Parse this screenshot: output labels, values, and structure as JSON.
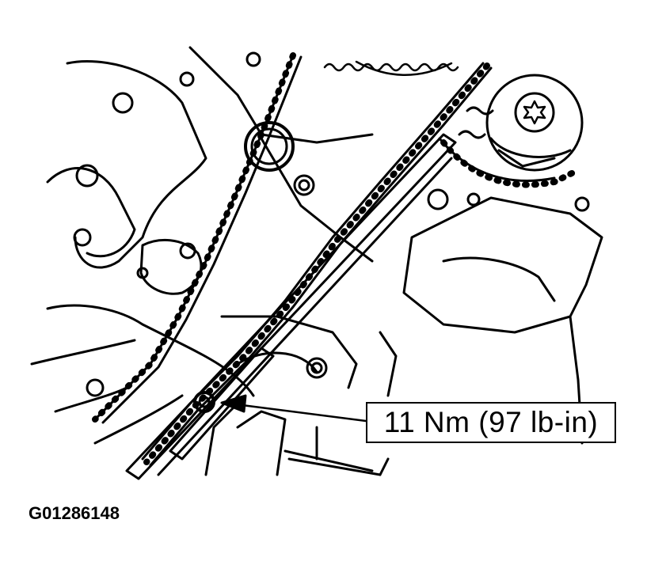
{
  "diagram": {
    "subject": "Timing chain guide and tensioner arm with cam sprocket",
    "callout": {
      "label": "11 Nm (97 lb-in)",
      "target": "chain-guide-bolt"
    },
    "figure_id": "G01286148",
    "colors": {
      "line": "#000000",
      "background": "#ffffff"
    }
  }
}
